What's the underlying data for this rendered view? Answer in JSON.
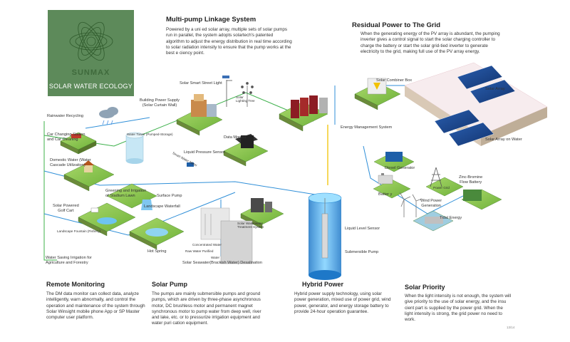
{
  "logo": {
    "brand": "SUNMAX",
    "tagline": "SOLAR WATER ECOLOGY"
  },
  "multi_pump": {
    "title": "Multi-pump Linkage System",
    "body": "Powered by a uni ed solar array, multiple sets of solar pumps run in parallel, the system adopts solartech's patented algorithm to adjust the energy distribution in real time according to solar radiation intensity to ensure that the pump works at the best e ciency point."
  },
  "residual": {
    "title": "Residual Power to The Grid",
    "body": "When the generating energy of the PV array is abundant, the pumping inverter gives a control signal to start the solar charging controller to charge the battery or start the solar grid-tied inverter to generate electricity to the grid, making full use of the PV array energy."
  },
  "remote": {
    "title": "Remote Monitoring",
    "body": "The DM data monitor can collect data, analyze intelligently, warn abnormally, and control the operation and maintenance of the system through Solar Winsight mobile phone App or SP Master computer user platform."
  },
  "solar_pump": {
    "title": "Solar Pump",
    "body": "The pumps are mainly submersible pumps and ground pumps, which are driven by three-phase asynchronous motor, DC brushless motor and permanent magnet synchronous motor to pump water from deep well, river and lake, etc. or to pressurize irrigation equipment and water puri cation equipment."
  },
  "hybrid": {
    "title": "Hybrid Power",
    "body": "Hybrid power supply technology, using solar power generation, mixed use of power grid, wind power, generator, and energy storage battery to provide 24-hour operation guarantee."
  },
  "priority": {
    "title": "Solar Priority",
    "body": "When the light intensity is not enough, the system will give priority to the use of solar energy, and the insu cient part is supplied by the power grid. When the light intensity is strong, the grid power no need to work."
  },
  "labels": {
    "street_light": "Solar Smart Street Light",
    "lighting_tree": "Solar\nLighting Tree",
    "combiner_box": "Solar Combiner Box",
    "solar_array": "Solar Array",
    "solar_array_water": "Solar Array on Water",
    "building": "Building Power Supply\n(Solar Curtain Wall)",
    "rainwater": "Rainwater Recycling",
    "car_charging": "Car Changing Station\nand Car Cleaning",
    "water_tower": "Water Tower (Pumped-Storage)",
    "data_monitor": "Data Monitor",
    "ems": "Energy Management System",
    "domestic": "Domestic Water (Water\nCascade Utilization)",
    "liquid_pressure": "Liquid Pressure Sensor",
    "smart_meter": "Smart Water Meter",
    "diesel": "Diesel Generator",
    "power_grid": "Power Grid",
    "battery": "Batter y",
    "zinc": "Zinc-Bromine\nFlow Battery",
    "wind": "Wind Power\nGeneration",
    "tidal": "Tidal Energy",
    "stadium": "Greening and Irrigation\nof Stadium Lawn",
    "surface_pump": "Surface Pump",
    "golf": "Solar Powered\nGolf Cart",
    "waterfall": "Landscape Waterfall",
    "fountain": "Landscape Fountain (Fishery)",
    "wastewater": "Solar Wastewater\nTreatment System",
    "liquid_level": "Liquid Level Sensor",
    "submersible": "Submersible Pump",
    "hot_spring": "Hot Spring",
    "concentrated": "Concentrated Water",
    "raw_water": "Raw Water Purified",
    "water": "Water",
    "desalination": "Solar Seawater(Brackish Water) Desalination",
    "saving_irrigation": "Water Saving Irrigation for\nAgriculture and Forestry"
  },
  "page_no": "13/14",
  "colors": {
    "brand_green": "#5d8a5a",
    "tile_green": "#7fbf3f",
    "pipe_blue": "#2f8fd8",
    "pipe_green": "#3cb04a",
    "pipe_yellow": "#f2c200"
  }
}
